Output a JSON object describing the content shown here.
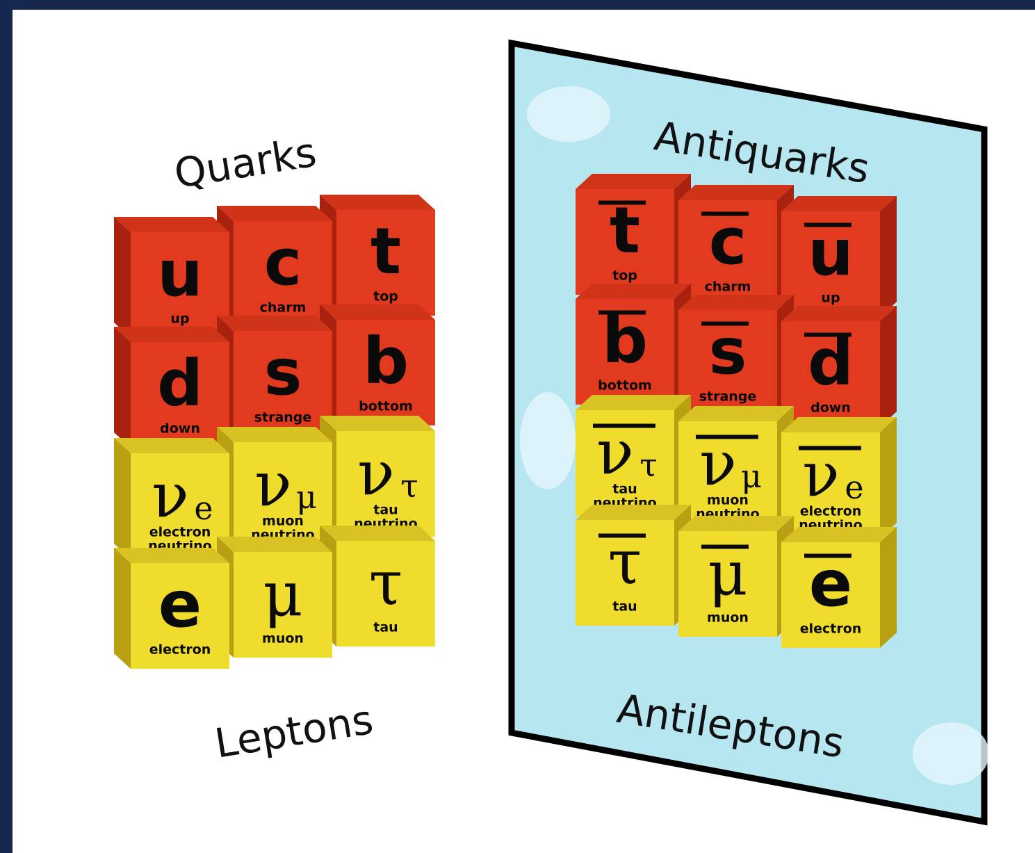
{
  "left": {
    "title_top": "Quarks",
    "title_bottom": "Leptons",
    "quarks": [
      [
        {
          "symbol": "u",
          "name": "up"
        },
        {
          "symbol": "c",
          "name": "charm"
        },
        {
          "symbol": "t",
          "name": "top"
        }
      ],
      [
        {
          "symbol": "d",
          "name": "down"
        },
        {
          "symbol": "s",
          "name": "strange"
        },
        {
          "symbol": "b",
          "name": "bottom"
        }
      ]
    ],
    "leptons": [
      [
        {
          "symbol": "ν",
          "sub": "e",
          "name": "electron neutrino"
        },
        {
          "symbol": "ν",
          "sub": "μ",
          "name": "muon neutrino"
        },
        {
          "symbol": "ν",
          "sub": "τ",
          "name": "tau neutrino"
        }
      ],
      [
        {
          "symbol": "e",
          "name": "electron"
        },
        {
          "symbol": "μ",
          "name": "muon"
        },
        {
          "symbol": "τ",
          "name": "tau"
        }
      ]
    ]
  },
  "right": {
    "title_top": "Antiquarks",
    "title_bottom": "Antileptons",
    "quarks": [
      [
        {
          "symbol": "t",
          "name": "top"
        },
        {
          "symbol": "c",
          "name": "charm"
        },
        {
          "symbol": "u",
          "name": "up"
        }
      ],
      [
        {
          "symbol": "b",
          "name": "bottom"
        },
        {
          "symbol": "s",
          "name": "strange"
        },
        {
          "symbol": "d",
          "name": "down"
        }
      ]
    ],
    "leptons": [
      [
        {
          "symbol": "ν",
          "sub": "τ",
          "name": "tau neutrino"
        },
        {
          "symbol": "ν",
          "sub": "μ",
          "name": "muon neutrino"
        },
        {
          "symbol": "ν",
          "sub": "e",
          "name": "electron neutrino"
        }
      ],
      [
        {
          "symbol": "τ",
          "name": "tau"
        },
        {
          "symbol": "μ",
          "name": "muon"
        },
        {
          "symbol": "e",
          "name": "electron"
        }
      ]
    ]
  },
  "colors": {
    "quark_front": "#e23a1e",
    "quark_side": "#a8220f",
    "quark_top": "#cf3318",
    "lepton_front": "#f0dc2c",
    "lepton_side": "#b8a012",
    "lepton_top": "#d8c224",
    "mirror": "#b6e6f0",
    "background": "#ffffff",
    "frame": "#16284d"
  }
}
